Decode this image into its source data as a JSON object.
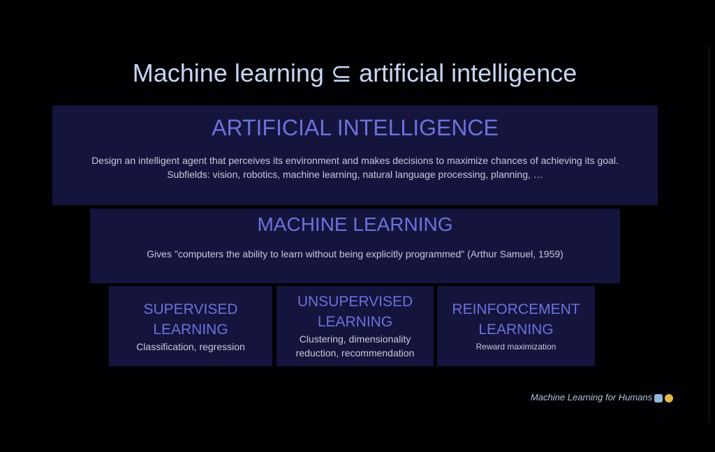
{
  "title": "Machine learning ⊆ artificial intelligence",
  "ai": {
    "heading": "ARTIFICIAL INTELLIGENCE",
    "line1": "Design an intelligent agent that perceives its environment and makes decisions to maximize chances of achieving its goal.",
    "line2": "Subfields: vision, robotics, machine learning, natural language processing, planning, …"
  },
  "ml": {
    "heading": "MACHINE LEARNING",
    "text": "Gives \"computers the ability to learn without being explicitly programmed\" (Arthur Samuel, 1959)"
  },
  "subfields": [
    {
      "heading1": "SUPERVISED",
      "heading2": "LEARNING",
      "text": "Classification, regression"
    },
    {
      "heading1": "UNSUPERVISED",
      "heading2": "LEARNING",
      "text1": "Clustering, dimensionality",
      "text2": "reduction, recommendation"
    },
    {
      "heading1": "REINFORCEMENT",
      "heading2": "LEARNING",
      "text": "Reward maximization"
    }
  ],
  "credit": "Machine Learning for Humans",
  "colors": {
    "box": "#14143d",
    "heading": "#6b72dc",
    "title": "#c9d6f2"
  }
}
